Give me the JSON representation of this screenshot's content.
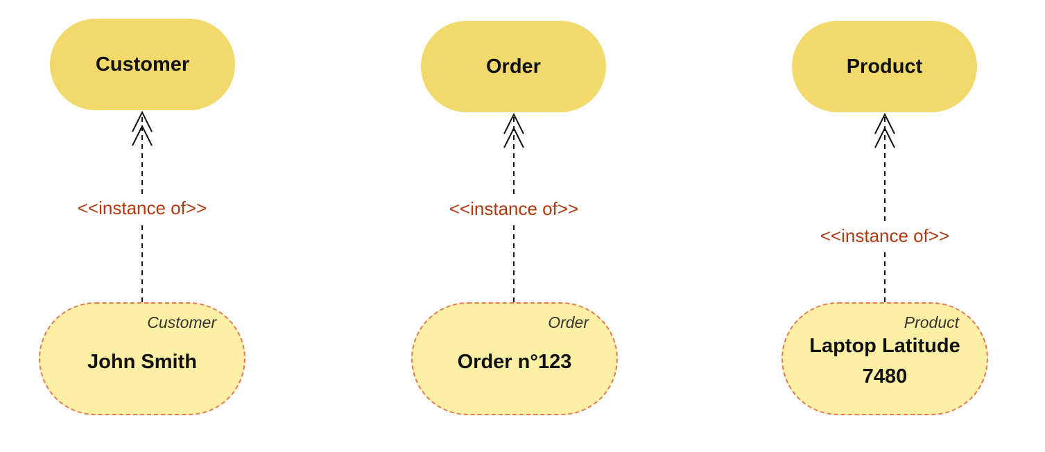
{
  "classes": {
    "customer": "Customer",
    "order": "Order",
    "product": "Product"
  },
  "instances": {
    "customer": {
      "type": "Customer",
      "name": "John Smith"
    },
    "order": {
      "type": "Order",
      "name": "Order n°123"
    },
    "product": {
      "type": "Product",
      "name_line1": "Laptop Latitude",
      "name_line2": "7480"
    }
  },
  "relations": {
    "customer": "<<instance of>>",
    "order": "<<instance of>>",
    "product": "<<instance of>>"
  },
  "colors": {
    "class_fill": "#f2d96b",
    "instance_fill": "#fdf0a4",
    "instance_border": "#e2785c",
    "relation_text": "#b23a12"
  }
}
